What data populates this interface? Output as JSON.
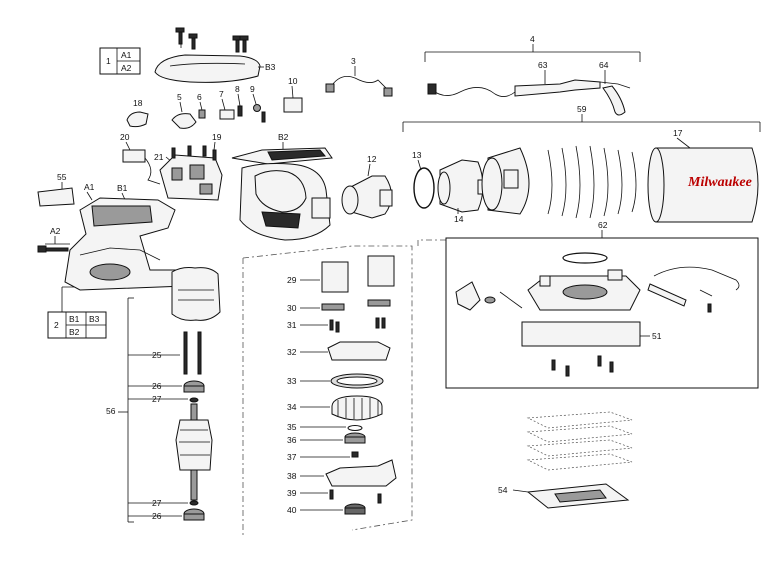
{
  "diagram": {
    "legend_a": {
      "index": "1",
      "cells": [
        "A1",
        "A2"
      ]
    },
    "legend_b": {
      "index": "2",
      "cells": [
        "B1",
        "B3",
        "B2"
      ]
    },
    "callouts": {
      "B3": "B3",
      "n3": "3",
      "n4": "4",
      "n63": "63",
      "n64": "64",
      "n18": "18",
      "n5": "5",
      "n6": "6",
      "n7": "7",
      "n8": "8",
      "n9": "9",
      "n10": "10",
      "n20": "20",
      "n21": "21",
      "n19": "19",
      "B2": "B2",
      "n12": "12",
      "n59": "59",
      "n17": "17",
      "n13": "13",
      "n14": "14",
      "n55": "55",
      "A1": "A1",
      "B1": "B1",
      "A2": "A2",
      "n29": "29",
      "n30": "30",
      "n31": "31",
      "n32": "32",
      "n33": "33",
      "n34": "34",
      "n35": "35",
      "n36": "36",
      "n37": "37",
      "n38": "38",
      "n39": "39",
      "n40": "40",
      "n56": "56",
      "n25": "25",
      "n26a": "26",
      "n27a": "27",
      "n27b": "27",
      "n26b": "26",
      "n62": "62",
      "n51": "51",
      "n54": "54"
    },
    "brand_text": "Milwaukee"
  }
}
